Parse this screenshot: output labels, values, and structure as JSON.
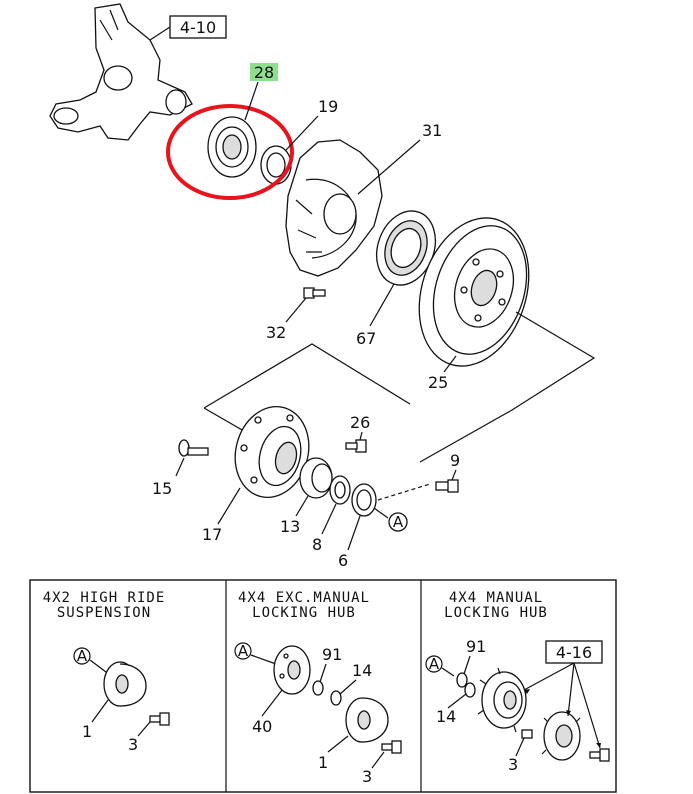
{
  "main": {
    "ref_top": "4-10",
    "highlight_label": "28",
    "highlight_color": "#e8141c",
    "highlight_bg": "#8ee08e",
    "callouts": {
      "c19": "19",
      "c31": "31",
      "c32": "32",
      "c67": "67",
      "c25": "25",
      "c26": "26",
      "c15": "15",
      "c9": "9",
      "c17": "17",
      "c13": "13",
      "c8": "8",
      "c6": "6",
      "cA": "A"
    }
  },
  "panels": [
    {
      "title_line1": "4X2 HIGH RIDE",
      "title_line2": "SUSPENSION",
      "labels": {
        "a": "A",
        "p1": "1",
        "p3": "3"
      }
    },
    {
      "title_line1": "4X4 EXC.MANUAL",
      "title_line2": "LOCKING HUB",
      "labels": {
        "a": "A",
        "p91": "91",
        "p14": "14",
        "p40": "40",
        "p1": "1",
        "p3": "3"
      }
    },
    {
      "title_line1": "4X4 MANUAL",
      "title_line2": "LOCKING HUB",
      "labels": {
        "a": "A",
        "p91": "91",
        "p14": "14",
        "p3": "3",
        "ref": "4-16"
      }
    }
  ]
}
